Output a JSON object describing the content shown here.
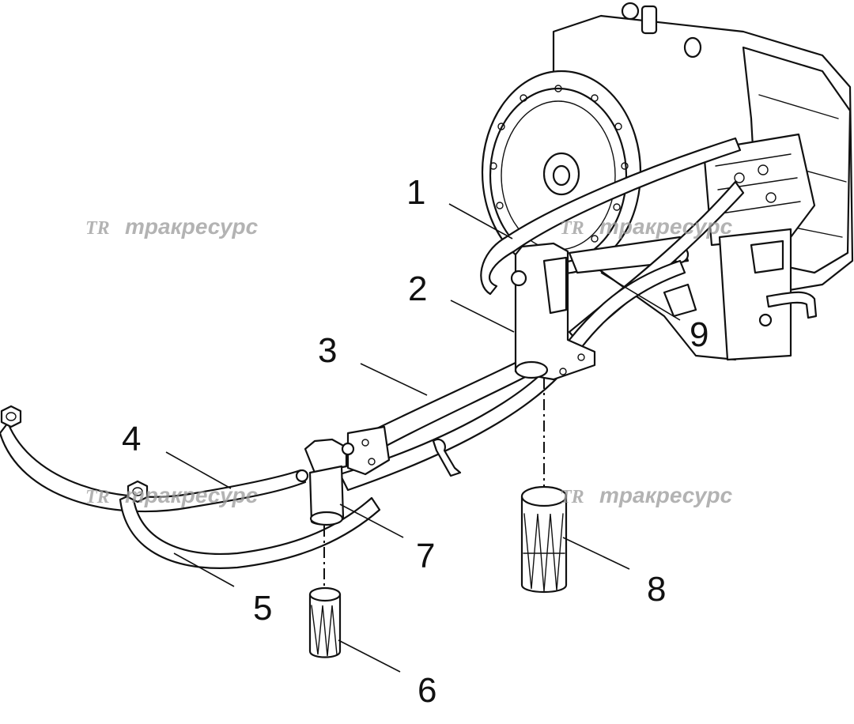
{
  "callouts": [
    "1",
    "2",
    "3",
    "4",
    "5",
    "6",
    "7",
    "8",
    "9"
  ],
  "watermark": {
    "logo": "TR",
    "text": "тракресурс"
  }
}
